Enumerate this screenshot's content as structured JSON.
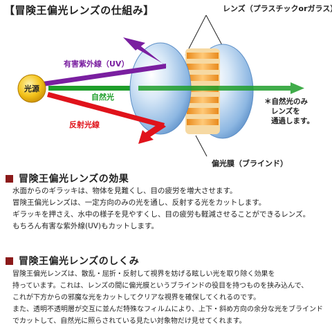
{
  "title": "【冒険王偏光レンズの仕組み】",
  "diagram": {
    "lens_label": "レンズ（プラスチックorガラス）",
    "light_source": "光源",
    "uv_label": "有害紫外線（UV）",
    "natural_label": "自然光",
    "reflect_label": "反射光線",
    "film_label": "偏光膜（ブラインド）",
    "note_lines": [
      "＊自然光のみ",
      "レンズを",
      "通過します。"
    ],
    "colors": {
      "uv": "#7a1fa0",
      "natural": "#1e9e2a",
      "reflect": "#e0131b",
      "source": "#f3c21a",
      "lens": "#9cc2e6",
      "blind": "#f0a640"
    }
  },
  "sections": [
    {
      "heading": "冒険王偏光レンズの効果",
      "lines": [
        "水面からのギラッキは、物体を見難くし、目の疲労を増大させます。",
        "冒険王偏光レンズは、一定方向のみの光を通し、反射する光をカットします。",
        "ギラッキを押さえ、水中の様子を見やすくし、目の疲労も軽減させることができるレンズ。",
        "もちろん有害な紫外線(UV)もカットします。"
      ]
    },
    {
      "heading": "冒険王偏光レンズのしくみ",
      "lines": [
        "冒険王偏光レンズは、散乱・屈折・反射して視界を妨げる眩しい光を取り除く効果を",
        "持っています。これは、レンズの間に偏光膜というブラインドの役目を持つものを挟み込んで、",
        "これが下方からの邪魔な光をカットしてクリアな視界を確保してくれるのです。",
        "また、透明不透明層が交互に並んだ特殊なフィルムにより、上下・斜め方向の余分な光をブラインド",
        "でカットして、自然光に照らされている見たい対象物だけ見せてくれます。"
      ]
    }
  ]
}
